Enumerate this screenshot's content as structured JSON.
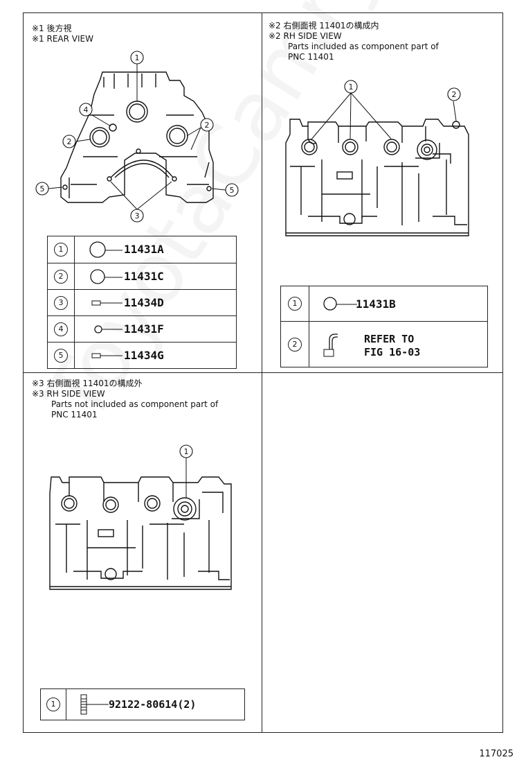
{
  "sections": {
    "rear": {
      "line1": "※1 後方視",
      "line2": "※1 REAR VIEW"
    },
    "rh_included": {
      "line1": "※2 右側面視 11401の構成内",
      "line2": "※2 RH SIDE VIEW",
      "line3": "Parts included as component part of",
      "line4": "PNC 11401"
    },
    "rh_excluded": {
      "line1": "※3 右側面視 11401の構成外",
      "line2": "※3 RH SIDE VIEW",
      "line3": "Parts not included as component part of",
      "line4": "PNC 11401"
    }
  },
  "callouts": {
    "c1": "1",
    "c2": "2",
    "c3": "3",
    "c4": "4",
    "c5": "5"
  },
  "tables": {
    "rear": [
      {
        "num": "1",
        "part": "11431A"
      },
      {
        "num": "2",
        "part": "11431C"
      },
      {
        "num": "3",
        "part": "11434D"
      },
      {
        "num": "4",
        "part": "11431F"
      },
      {
        "num": "5",
        "part": "11434G"
      }
    ],
    "rh_included": [
      {
        "num": "1",
        "part": "11431B"
      },
      {
        "num": "2",
        "ref_line1": "REFER TO",
        "ref_line2": "FIG 16-03"
      }
    ],
    "rh_excluded": [
      {
        "num": "1",
        "part": "92122-80614(2)"
      }
    ]
  },
  "figure_id": "117025",
  "watermark": "ToyotaCamry.ru"
}
